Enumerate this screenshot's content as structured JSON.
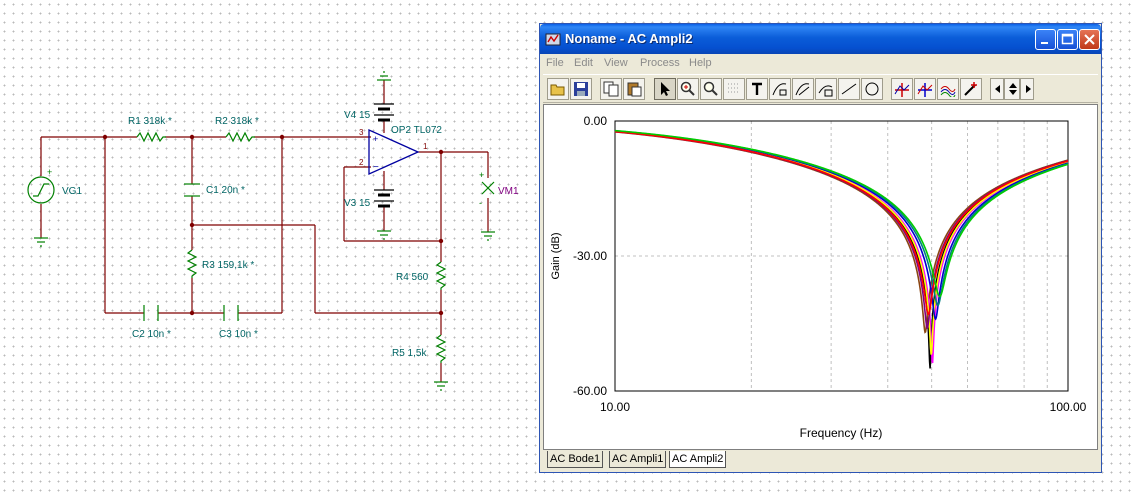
{
  "schematic": {
    "source_label": "VG1",
    "components": {
      "r1": "R1 318k *",
      "r2": "R2 318k *",
      "c1": "C1 20n *",
      "r3": "R3 159,1k *",
      "c2": "C2 10n *",
      "c3": "C3 10n *",
      "v4": "V4 15",
      "v3": "V3 15",
      "opamp": "OP2 TL072",
      "r4": "R4 560",
      "r5": "R5 1,5k",
      "meter": "VM1"
    },
    "pins": {
      "in_plus": "3",
      "in_minus": "2",
      "out": "1"
    }
  },
  "window": {
    "title": "Noname - AC Ampli2",
    "menu": [
      "File",
      "Edit",
      "View",
      "Process",
      "Help"
    ],
    "toolbar_icons": [
      "open-icon",
      "save-icon",
      "copy-icon",
      "paste-icon",
      "pointer-icon",
      "zoom-in-icon",
      "zoom-100-icon",
      "grid-icon",
      "text-icon",
      "curve-label-icon",
      "curve-style-icon",
      "axis-label-icon",
      "line-icon",
      "circle-icon",
      "cursor-a-icon",
      "cursor-b-icon",
      "tracking-icon",
      "probe-icon",
      "scroll-left-icon",
      "scroll-updown-icon",
      "scroll-right-icon"
    ],
    "tabs": [
      {
        "label": "AC Bode1",
        "active": false
      },
      {
        "label": "AC Ampli1",
        "active": false
      },
      {
        "label": "AC Ampli2",
        "active": true
      }
    ]
  },
  "chart_data": {
    "type": "line",
    "xlabel": "Frequency (Hz)",
    "ylabel": "Gain (dB)",
    "x_scale": "log",
    "xlim": [
      10,
      100
    ],
    "ylim": [
      -60,
      0
    ],
    "x_tick_labels": [
      "10.00",
      "100.00"
    ],
    "y_tick_labels": [
      "0.00",
      "-30.00",
      "-60.00"
    ],
    "y_ticks": [
      0,
      -30,
      -60
    ],
    "grid": true,
    "center_frequency_hz": 50,
    "series": [
      {
        "color": "#000000",
        "notch_hz": 49.6,
        "depth_db": -55
      },
      {
        "color": "#8b4513",
        "notch_hz": 48.4,
        "depth_db": -47
      },
      {
        "color": "#ff00ff",
        "notch_hz": 50.2,
        "depth_db": -54
      },
      {
        "color": "#ffff00",
        "notch_hz": 49.9,
        "depth_db": -52
      },
      {
        "color": "#0000cc",
        "notch_hz": 51.0,
        "depth_db": -44
      },
      {
        "color": "#800080",
        "notch_hz": 48.9,
        "depth_db": -46
      },
      {
        "color": "#008080",
        "notch_hz": 51.6,
        "depth_db": -41
      },
      {
        "color": "#ff0000",
        "notch_hz": 49.2,
        "depth_db": -43
      },
      {
        "color": "#00cc00",
        "notch_hz": 52.1,
        "depth_db": -39
      }
    ]
  }
}
